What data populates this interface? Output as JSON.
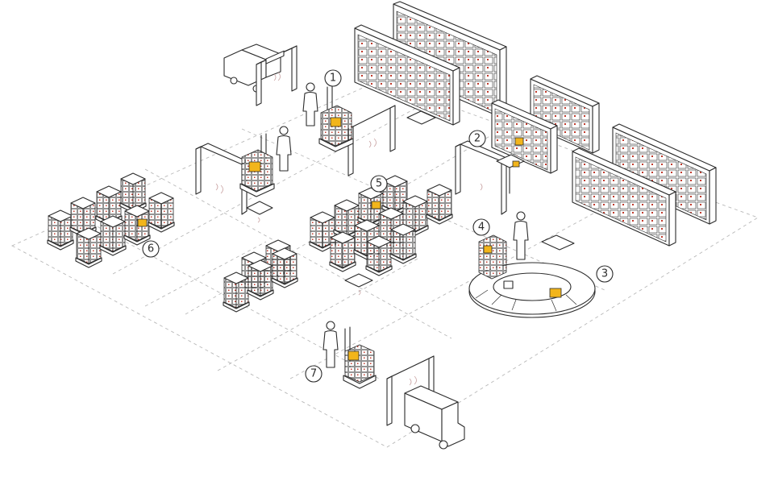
{
  "colors": {
    "line": "#2b2b2b",
    "highlight": "#f2b51b",
    "tag": "#c0392b",
    "zone": "#b9b9b9"
  },
  "markers": [
    {
      "label": "1"
    },
    {
      "label": "2"
    },
    {
      "label": "3"
    },
    {
      "label": "4"
    },
    {
      "label": "5"
    },
    {
      "label": "6"
    },
    {
      "label": "7"
    }
  ]
}
